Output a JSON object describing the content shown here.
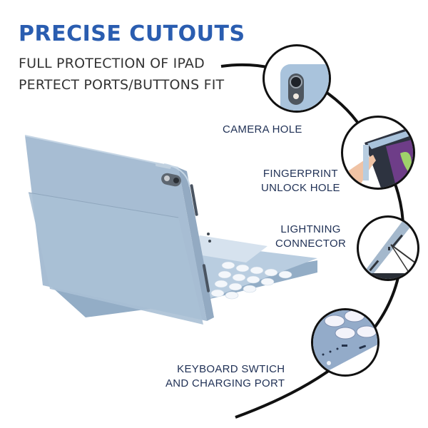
{
  "header": {
    "title": "PRECISE CUTOUTS",
    "subtitle_line1": "FULL PROTECTION OF IPAD",
    "subtitle_line2": "PERTECT PORTS/BUTTONS FIT"
  },
  "callouts": [
    {
      "id": "camera",
      "lines": [
        "CAMERA HOLE"
      ]
    },
    {
      "id": "fingerprint",
      "lines": [
        "FINGERPRINT",
        "UNLOCK HOLE"
      ]
    },
    {
      "id": "lightning",
      "lines": [
        "LIGHTNING",
        "CONNECTOR"
      ]
    },
    {
      "id": "keyboard",
      "lines": [
        "KEYBOARD SWTICH",
        "AND CHARGING PORT"
      ]
    }
  ],
  "colors": {
    "headline": "#2a5db0",
    "subtitle": "#333333",
    "label": "#1f3055",
    "case_blue": "#a9c0d6",
    "curve": "#111111"
  },
  "icons": {
    "camera_detail": "camera-lens-icon",
    "fingerprint_detail": "finger-press-icon",
    "lightning_detail": "port-side-icon",
    "keyboard_detail": "keyboard-keys-icon"
  }
}
